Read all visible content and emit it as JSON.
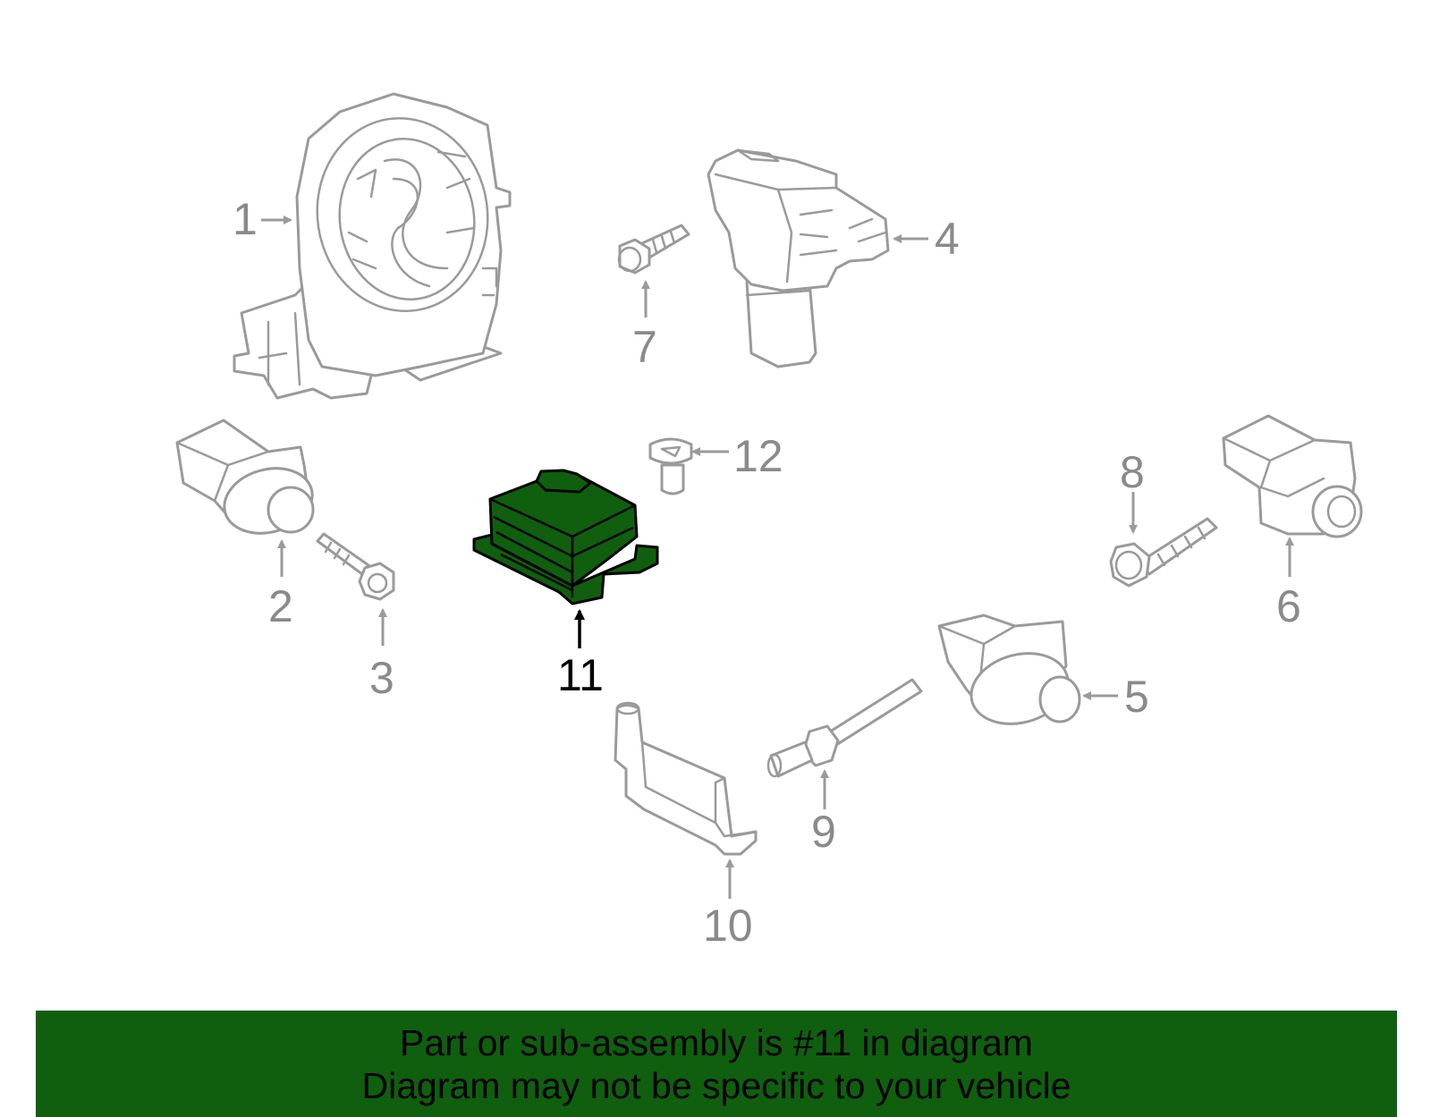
{
  "callouts": {
    "c1": "1",
    "c2": "2",
    "c3": "3",
    "c4": "4",
    "c5": "5",
    "c6": "6",
    "c7": "7",
    "c8": "8",
    "c9": "9",
    "c10": "10",
    "c11": "11",
    "c12": "12"
  },
  "highlight": {
    "part_number": "11",
    "color": "#0f5f0f"
  },
  "banner": {
    "line1": "Part or sub-assembly is #11 in diagram",
    "line2": "Diagram may not be specific to your vehicle",
    "background": "#0f5f0f"
  }
}
